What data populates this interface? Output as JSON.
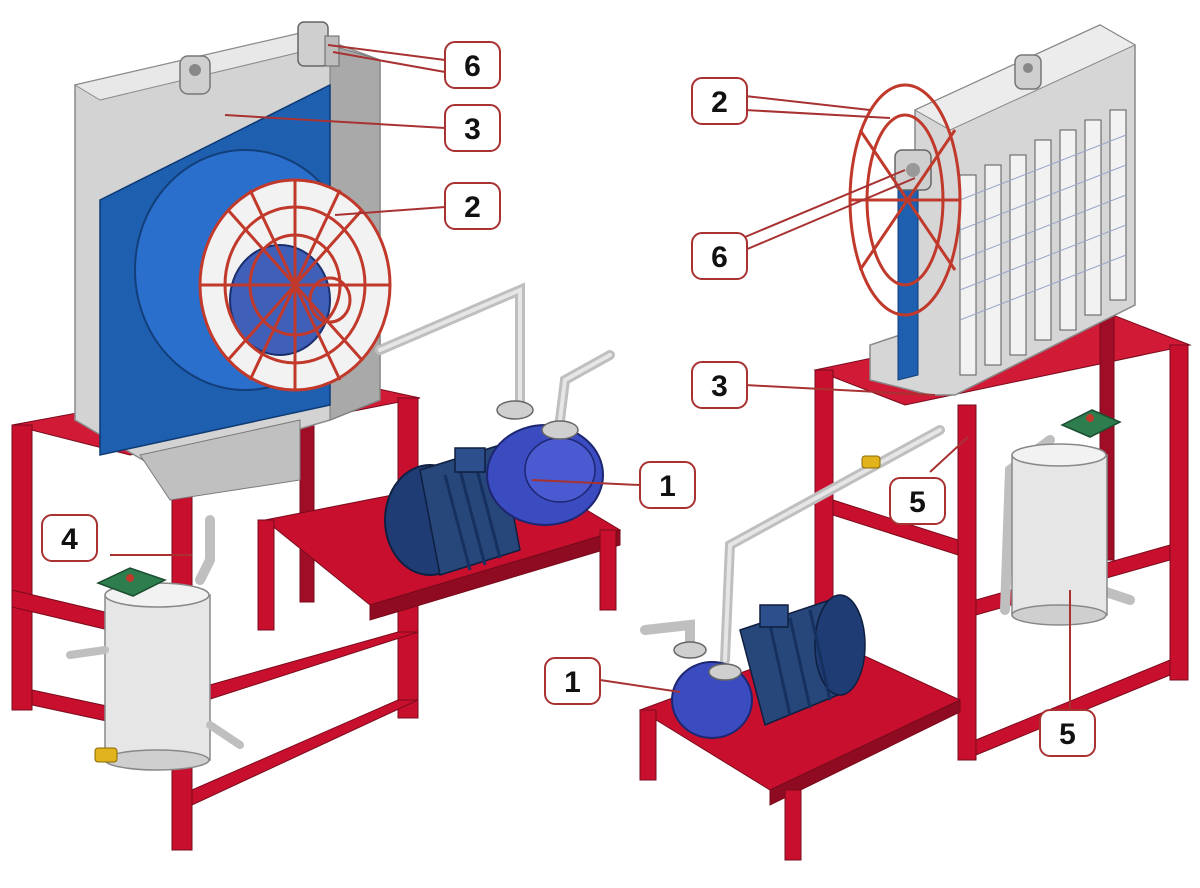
{
  "colors": {
    "frame": "#c8102e",
    "frame_shadow": "#8e0b21",
    "housing": "#d3d3d3",
    "housing_shadow": "#a9a9a9",
    "core": "#1f5fb0",
    "fan_guard": "#c0392b",
    "motor": "#27467a",
    "pump": "#3b4bc0",
    "pipe": "#d9d9d9",
    "tank": "#e6e6e6",
    "lid": "#2e7d4f",
    "valve": "#e0b21b",
    "callout_border": "#a83232",
    "leader": "#a83232"
  },
  "callouts": [
    {
      "label": "6"
    },
    {
      "label": "3"
    },
    {
      "label": "2"
    },
    {
      "label": "1"
    },
    {
      "label": "4"
    },
    {
      "label": "2"
    },
    {
      "label": "6"
    },
    {
      "label": "3"
    },
    {
      "label": "5"
    },
    {
      "label": "1"
    },
    {
      "label": "5"
    }
  ]
}
